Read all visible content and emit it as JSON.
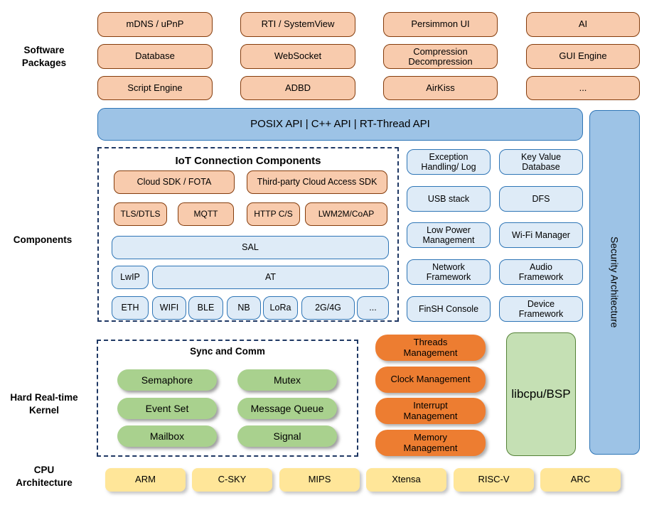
{
  "side_labels": {
    "software_packages": "Software\nPackages",
    "components": "Components",
    "kernel": "Hard Real-time\nKernel",
    "cpu": "CPU\nArchitecture"
  },
  "software_packages": {
    "rows": [
      [
        "mDNS / uPnP",
        "RTI / SystemView",
        "Persimmon UI",
        "AI"
      ],
      [
        "Database",
        "WebSocket",
        "Compression\nDecompression",
        "GUI Engine"
      ],
      [
        "Script Engine",
        "ADBD",
        "AirKiss",
        "..."
      ]
    ]
  },
  "api_bar": "POSIX API  |  C++ API  |  RT-Thread API",
  "iot": {
    "title": "IoT Connection Components",
    "cloud_sdk": "Cloud SDK / FOTA",
    "third_party": "Third-party Cloud Access SDK",
    "protocols": [
      "TLS/DTLS",
      "MQTT",
      "HTTP C/S",
      "LWM2M/CoAP"
    ],
    "sal": "SAL",
    "lwip": "LwIP",
    "at": "AT",
    "links": [
      "ETH",
      "WIFI",
      "BLE",
      "NB",
      "LoRa",
      "2G/4G",
      "..."
    ]
  },
  "services": [
    "Exception\nHandling/ Log",
    "Key Value\nDatabase",
    "USB stack",
    "DFS",
    "Low Power\nManagement",
    "Wi-Fi Manager",
    "Network\nFramework",
    "Audio\nFramework",
    "FinSH Console",
    "Device\nFramework"
  ],
  "security": "Security Architecture",
  "kernel": {
    "sync_title": "Sync and Comm",
    "sync_items": [
      "Semaphore",
      "Mutex",
      "Event Set",
      "Message Queue",
      "Mailbox",
      "Signal"
    ],
    "management": [
      "Threads\nManagement",
      "Clock Management",
      "Interrupt\nManagement",
      "Memory\nManagement"
    ],
    "libcpu": "libcpu/BSP"
  },
  "cpu_architectures": [
    "ARM",
    "C-SKY",
    "MIPS",
    "Xtensa",
    "RISC-V",
    "ARC"
  ],
  "colors": {
    "package_fill": "#F8CBAD",
    "package_border": "#843C0C",
    "api_fill": "#9DC3E6",
    "api_border": "#2E75B6",
    "service_fill": "#DEEBF7",
    "service_border": "#2E75B6",
    "frame_dash": "#1F3864",
    "kernel_green": "#A9D18E",
    "management_orange": "#ED7D31",
    "libcpu_fill": "#C5E0B4",
    "libcpu_border": "#538135",
    "cpu_yellow": "#FFE699"
  }
}
